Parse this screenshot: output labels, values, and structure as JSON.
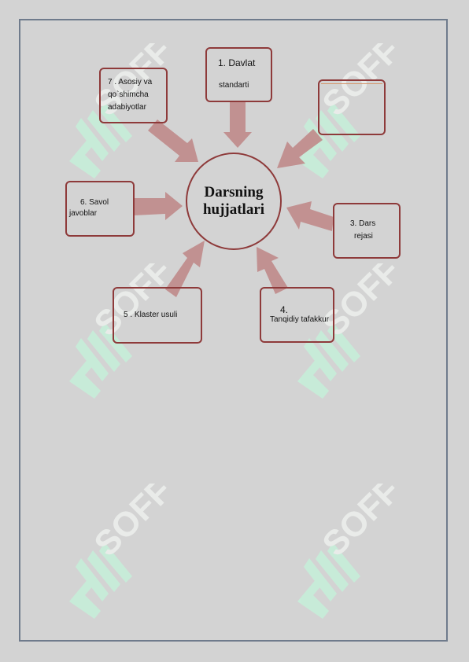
{
  "center": {
    "line1": "Darsning",
    "line2": "hujjatlari"
  },
  "boxes": {
    "b1": {
      "line1": "1. Davlat",
      "line2": "standarti"
    },
    "b2": {
      "line1": ""
    },
    "b3": {
      "line1": "3. Dars",
      "line2": "rejasi"
    },
    "b4": {
      "line1": "4.",
      "line2": "Tanqidiy tafakkur"
    },
    "b5": {
      "line1": "5 . Klaster usuli"
    },
    "b6": {
      "line1": "6. Savol",
      "line2": "javoblar"
    },
    "b7": {
      "line1": "7 . Asosiy va",
      "line2": "qo`shimcha",
      "line3": "adabiyotlar"
    }
  },
  "watermark": {
    "text": "SOFF"
  },
  "colors": {
    "border": "#8e3a3a",
    "arrow": "#c08a8a",
    "watermark": "#8ce5b8",
    "page_border": "#6f7b8c"
  }
}
